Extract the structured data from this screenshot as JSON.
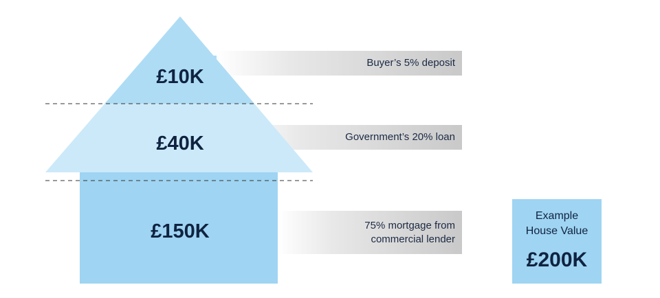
{
  "house": {
    "sections": [
      {
        "amount": "£10K",
        "label": "Buyer’s 5% deposit"
      },
      {
        "amount": "£40K",
        "label": "Government’s 20% loan"
      },
      {
        "amount": "£150K",
        "label": "75% mortgage from commercial lender"
      }
    ]
  },
  "example": {
    "label": "Example House Value",
    "value": "£200K"
  },
  "colors": {
    "top": "#aedcf5",
    "middle": "#cce9f9",
    "body": "#9fd4f2",
    "text": "#0f2340"
  }
}
